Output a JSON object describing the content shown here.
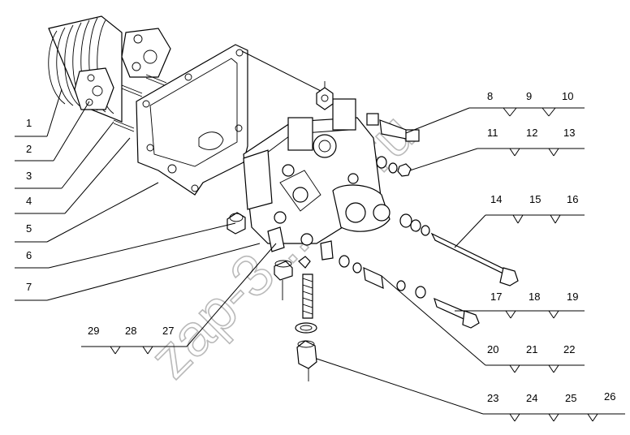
{
  "labels_left": [
    "1",
    "2",
    "3",
    "4",
    "5",
    "6",
    "7"
  ],
  "labels_right": [
    "8",
    "9",
    "10",
    "11",
    "12",
    "13",
    "14",
    "15",
    "16",
    "17",
    "18",
    "19",
    "20",
    "21",
    "22",
    "23",
    "24",
    "25",
    "26"
  ],
  "labels_bottom_left": [
    "29",
    "28",
    "27"
  ],
  "watermark": "zap-3...-mi.ru"
}
